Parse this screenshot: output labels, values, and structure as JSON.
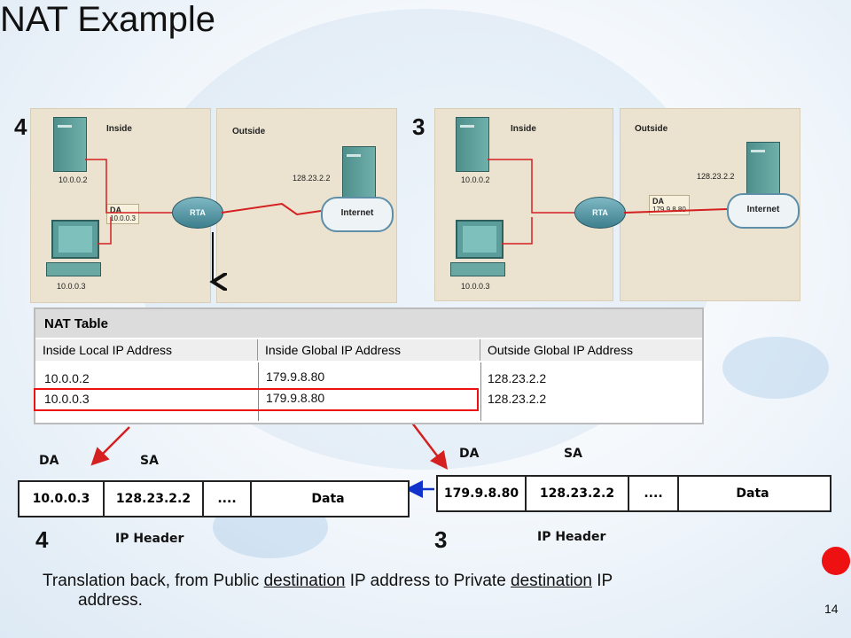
{
  "slide": {
    "title": "NAT Example",
    "page_number": "14",
    "caption": {
      "p1": "Translation back, from Public ",
      "u1": "destination",
      "p2": " IP address to Private ",
      "u2": "destination",
      "p3": " IP",
      "line2": "address."
    }
  },
  "diagram_left": {
    "step": "4",
    "inside_label": "Inside",
    "outside_label": "Outside",
    "server_ip": "10.0.0.2",
    "pc_ip": "10.0.0.3",
    "router_label": "RTA",
    "tag_label": "DA",
    "tag_value": "10.0.0.3",
    "outside_server_ip": "128.23.2.2",
    "cloud_label": "Internet"
  },
  "diagram_right": {
    "step": "3",
    "inside_label": "Inside",
    "outside_label": "Outside",
    "server_ip": "10.0.0.2",
    "pc_ip": "10.0.0.3",
    "router_label": "RTA",
    "tag_label": "DA",
    "tag_value": "179.9.8.80",
    "outside_server_ip": "128.23.2.2",
    "cloud_label": "Internet"
  },
  "nat_table": {
    "title": "NAT Table",
    "columns": [
      "Inside Local IP Address",
      "Inside Global IP Address",
      "Outside Global IP Address"
    ],
    "rows": [
      [
        "10.0.0.2",
        "179.9.8.80",
        "128.23.2.2"
      ],
      [
        "10.0.0.3",
        "179.9.8.80",
        "128.23.2.2"
      ]
    ],
    "highlighted_row": 1
  },
  "packet_left": {
    "step": "4",
    "da_label": "DA",
    "sa_label": "SA",
    "da": "10.0.0.3",
    "sa": "128.23.2.2",
    "dots": "....",
    "data": "Data",
    "header_label": "IP Header"
  },
  "packet_right": {
    "step": "3",
    "da_label": "DA",
    "sa_label": "SA",
    "da": "179.9.8.80",
    "sa": "128.23.2.2",
    "dots": "....",
    "data": "Data",
    "header_label": "IP Header"
  },
  "colors": {
    "red": "#ee1111",
    "arrow_blue": "#1133cc",
    "panel": "#ebe3cf",
    "link_red": "#d42020"
  }
}
